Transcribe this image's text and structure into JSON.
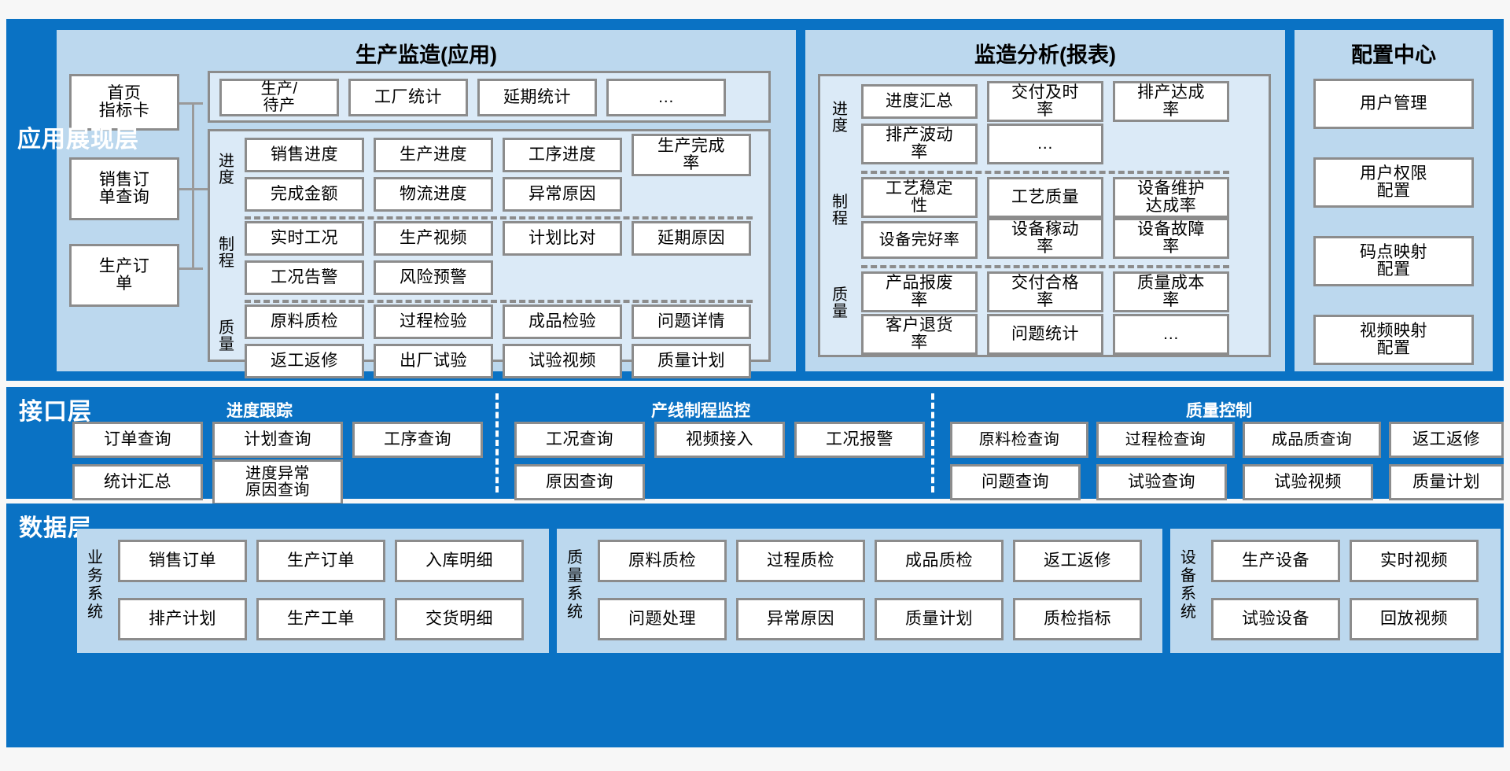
{
  "layers": {
    "application": {
      "label": "应用展现层"
    },
    "interface": {
      "label": "接口层"
    },
    "data": {
      "label": "数据层"
    }
  },
  "application": {
    "panels": {
      "production": {
        "title": "生产监造(应用)",
        "entries": [
          {
            "label": "首页\n指标卡"
          },
          {
            "label": "销售订\n单查询"
          },
          {
            "label": "生产订\n单"
          }
        ],
        "top_group": {
          "items": [
            "生产/\n待产",
            "工厂统计",
            "延期统计",
            "…"
          ]
        },
        "categories": [
          {
            "name": "进度",
            "rows": [
              [
                "销售进度",
                "生产进度",
                "工序进度",
                "生产完成\n率"
              ],
              [
                "完成金额",
                "物流进度",
                "异常原因"
              ]
            ]
          },
          {
            "name": "制程",
            "rows": [
              [
                "实时工况",
                "生产视频",
                "计划比对",
                "延期原因"
              ],
              [
                "工况告警",
                "风险预警"
              ]
            ]
          },
          {
            "name": "质量",
            "rows": [
              [
                "原料质检",
                "过程检验",
                "成品检验",
                "问题详情"
              ],
              [
                "返工返修",
                "出厂试验",
                "试验视频",
                "质量计划"
              ]
            ]
          }
        ]
      },
      "analysis": {
        "title": "监造分析(报表)",
        "categories": [
          {
            "name": "进度",
            "rows": [
              [
                "进度汇总",
                "交付及时\n率",
                "排产达成\n率"
              ],
              [
                "排产波动\n率",
                "…"
              ]
            ]
          },
          {
            "name": "制程",
            "rows": [
              [
                "工艺稳定\n性",
                "工艺质量",
                "设备维护\n达成率"
              ],
              [
                "设备完好率",
                "设备稼动\n率",
                "设备故障\n率"
              ]
            ]
          },
          {
            "name": "质量",
            "rows": [
              [
                "产品报废\n率",
                "交付合格\n率",
                "质量成本\n率"
              ],
              [
                "客户退货\n率",
                "问题统计",
                "…"
              ]
            ]
          }
        ]
      },
      "config": {
        "title": "配置中心",
        "items": [
          "用户管理",
          "用户权限\n配置",
          "码点映射\n配置",
          "视频映射\n配置"
        ]
      }
    }
  },
  "interface": {
    "sections": [
      {
        "title": "进度跟踪",
        "rows": [
          [
            "订单查询",
            "计划查询",
            "工序查询"
          ],
          [
            "统计汇总",
            "进度异常\n原因查询"
          ]
        ]
      },
      {
        "title": "产线制程监控",
        "rows": [
          [
            "工况查询",
            "视频接入",
            "工况报警"
          ],
          [
            "原因查询"
          ]
        ]
      },
      {
        "title": "质量控制",
        "rows": [
          [
            "原料检查询",
            "过程检查询",
            "成品质查询",
            "返工返修"
          ],
          [
            "问题查询",
            "试验查询",
            "试验视频",
            "质量计划"
          ]
        ]
      }
    ]
  },
  "data": {
    "systems": [
      {
        "name": "业\n务\n系\n统",
        "rows": [
          [
            "销售订单",
            "生产订单",
            "入库明细"
          ],
          [
            "排产计划",
            "生产工单",
            "交货明细"
          ]
        ]
      },
      {
        "name": "质\n量\n系\n统",
        "rows": [
          [
            "原料质检",
            "过程质检",
            "成品质检",
            "返工返修"
          ],
          [
            "问题处理",
            "异常原因",
            "质量计划",
            "质检指标"
          ]
        ]
      },
      {
        "name": "设\n备\n系\n统",
        "rows": [
          [
            "生产设备",
            "实时视频"
          ],
          [
            "试验设备",
            "回放视频"
          ]
        ]
      }
    ]
  },
  "colors": {
    "layer_blue": "#0a72c4",
    "panel_blue": "#bcd8ee",
    "group_blue": "#dbeaf7",
    "box_border": "#8c8c8c",
    "box_fill": "#ffffff"
  }
}
